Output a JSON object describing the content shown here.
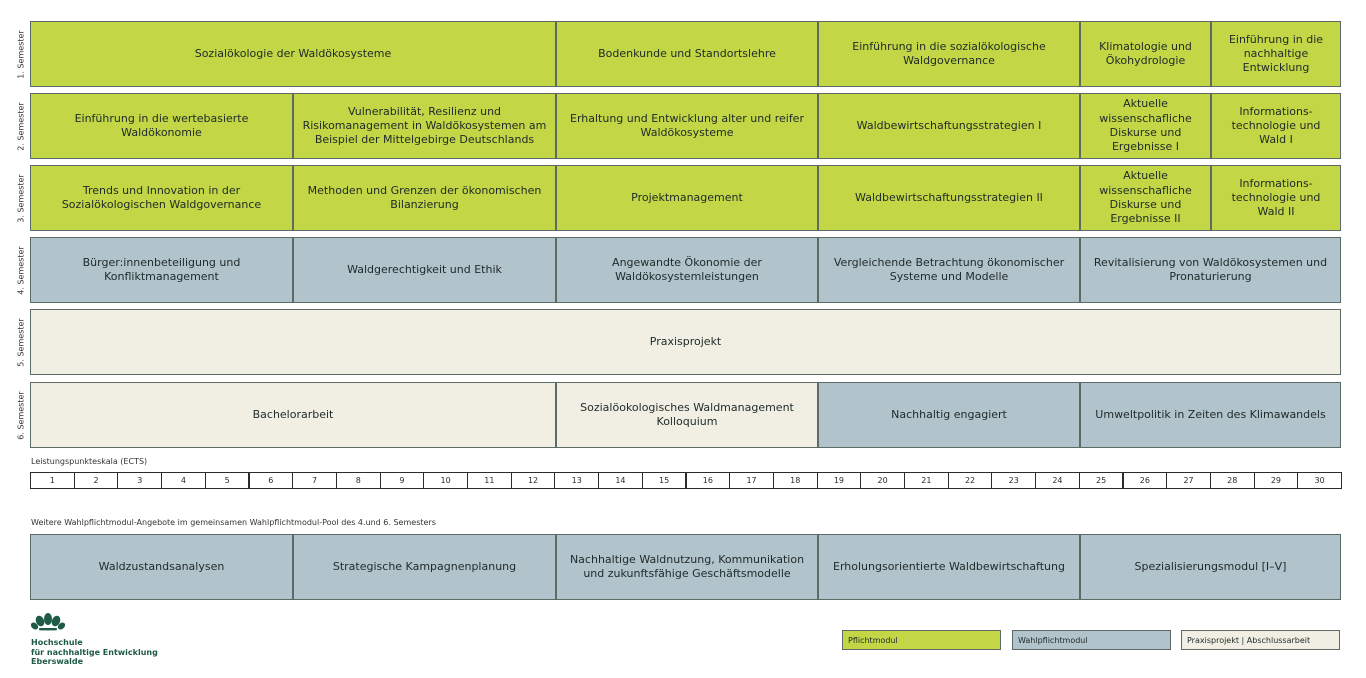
{
  "semesters": [
    {
      "label": "1. Semester",
      "modules": [
        {
          "name": "Sozialökologie der Waldökosysteme",
          "kind": "pflicht"
        },
        {
          "name": "Bodenkunde und Standortslehre",
          "kind": "pflicht"
        },
        {
          "name": "Einführung in die sozialökologische Waldgovernance",
          "kind": "pflicht"
        },
        {
          "name": "Klimatologie und Ökohydrologie",
          "kind": "pflicht"
        },
        {
          "name": "Einführung in die nachhaltige Entwicklung",
          "kind": "pflicht"
        }
      ]
    },
    {
      "label": "2. Semester",
      "modules": [
        {
          "name": "Einführung in die wertebasierte Waldökonomie",
          "kind": "pflicht"
        },
        {
          "name": "Vulnerabilität, Resilienz und Risikomanagement in Waldökosystemen am Beispiel der Mittelgebirge Deutschlands",
          "kind": "pflicht"
        },
        {
          "name": "Erhaltung und Entwicklung alter und reifer Waldökosysteme",
          "kind": "pflicht"
        },
        {
          "name": "Waldbewirtschaftungsstrategien I",
          "kind": "pflicht"
        },
        {
          "name": "Aktuelle wissenschafliche Diskurse und Ergebnisse I",
          "kind": "pflicht"
        },
        {
          "name": "Informations-technologie und Wald I",
          "kind": "pflicht"
        }
      ]
    },
    {
      "label": "3. Semester",
      "modules": [
        {
          "name": "Trends und Innovation in der Sozialökologischen Waldgovernance",
          "kind": "pflicht"
        },
        {
          "name": "Methoden und Grenzen der ökonomischen Bilanzierung",
          "kind": "pflicht"
        },
        {
          "name": "Projektmanagement",
          "kind": "pflicht"
        },
        {
          "name": "Waldbewirtschaftungsstrategien II",
          "kind": "pflicht"
        },
        {
          "name": "Aktuelle wissenschafliche Diskurse und Ergebnisse II",
          "kind": "pflicht"
        },
        {
          "name": "Informations-technologie und Wald II",
          "kind": "pflicht"
        }
      ]
    },
    {
      "label": "4. Semester",
      "modules": [
        {
          "name": "Bürger:innenbeteiligung und Konfliktmanagement",
          "kind": "wahl"
        },
        {
          "name": "Waldgerechtigkeit und Ethik",
          "kind": "wahl"
        },
        {
          "name": "Angewandte Ökonomie der Waldökosystemleistungen",
          "kind": "wahl"
        },
        {
          "name": "Vergleichende Betrachtung ökonomischer Systeme und Modelle",
          "kind": "wahl"
        },
        {
          "name": "Revitalisierung von Waldökosystemen und Pronaturierung",
          "kind": "wahl"
        }
      ]
    },
    {
      "label": "5. Semester",
      "modules": [
        {
          "name": "Praxisprojekt",
          "kind": "praxis"
        }
      ]
    },
    {
      "label": "6. Semester",
      "modules": [
        {
          "name": "Bachelorarbeit",
          "kind": "praxis"
        },
        {
          "name": "Sozialöokologisches Waldmanagement Kolloquium",
          "kind": "praxis"
        },
        {
          "name": "Nachhaltig engagiert",
          "kind": "wahl"
        },
        {
          "name": "Umweltpolitik in Zeiten des Klimawandels",
          "kind": "wahl"
        }
      ]
    }
  ],
  "ects": {
    "title": "Leistungspunkteskala (ECTS)",
    "values": [
      "1",
      "2",
      "3",
      "4",
      "5",
      "6",
      "7",
      "8",
      "9",
      "10",
      "11",
      "12",
      "13",
      "14",
      "15",
      "16",
      "17",
      "18",
      "19",
      "20",
      "21",
      "22",
      "23",
      "24",
      "25",
      "26",
      "27",
      "28",
      "29",
      "30"
    ]
  },
  "pool": {
    "title": "Weitere Wahlpflichtmodul-Angebote im gemeinsamen Wahlpflichtmodul-Pool des 4.und 6. Semesters",
    "modules": [
      {
        "name": "Waldzustandsanalysen",
        "kind": "wahl"
      },
      {
        "name": "Strategische Kampagnenplanung",
        "kind": "wahl"
      },
      {
        "name": "Nachhaltige Waldnutzung, Kommunikation und zukunftsfähige Geschäftsmodelle",
        "kind": "wahl"
      },
      {
        "name": "Erholungsorientierte Waldbewirtschaftung",
        "kind": "wahl"
      },
      {
        "name": "Spezialisierungsmodul [I–V]",
        "kind": "wahl"
      }
    ]
  },
  "logo": {
    "line1": "Hochschule",
    "line2": "für nachhaltige Entwicklung",
    "line3": "Eberswalde"
  },
  "legend": {
    "pflicht": "Pflichtmodul",
    "wahl": "Wahlpflichtmodul",
    "praxis": "Praxisprojekt | Abschlussarbeit"
  },
  "colors": {
    "pflicht": "#c3d645",
    "wahl": "#b1c3cb",
    "praxis": "#f1efe3",
    "brand": "#1e5b46"
  }
}
